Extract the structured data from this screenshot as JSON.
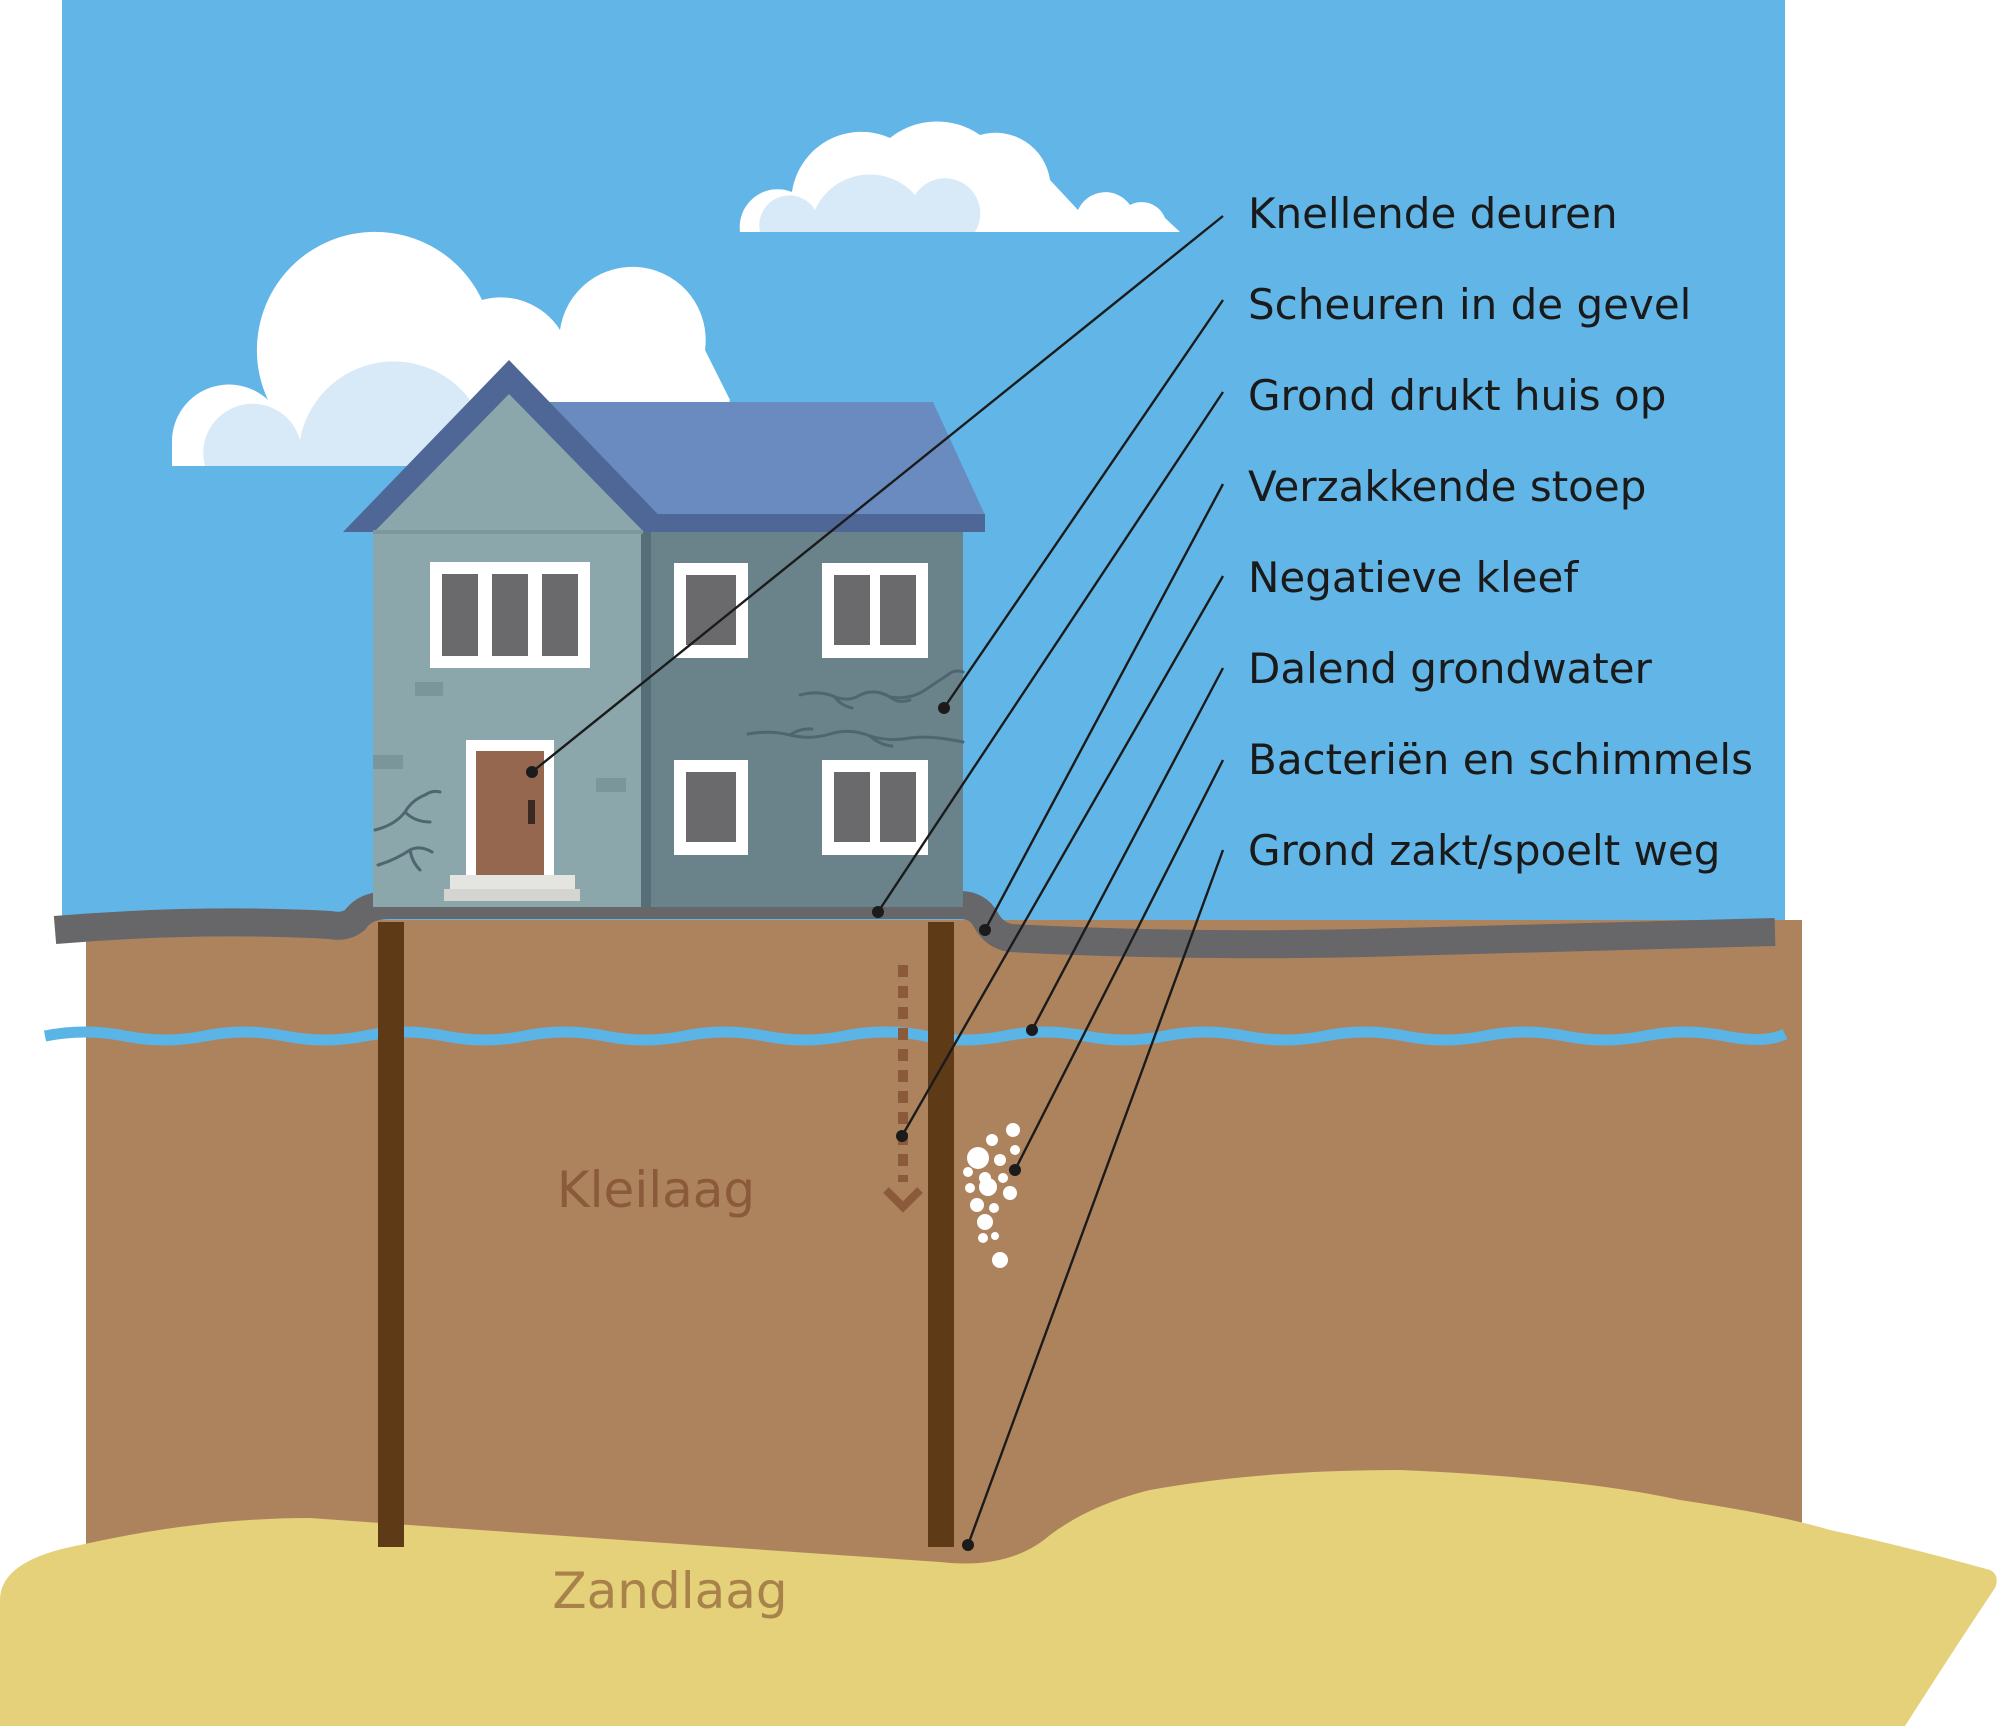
{
  "colors": {
    "sky": "#62b6e7",
    "clay": "#ad835e",
    "sand": "#e4d17a",
    "groundwater": "#5ab4e5",
    "pile": "#5e3a17",
    "road": "#67676a",
    "roof": "#6a8bbf",
    "wall_left": "#8ba7ab",
    "wall_right": "#6a838b",
    "door": "#94674e",
    "clay_text": "#8a5a3a",
    "sand_text": "#a8824a",
    "cloud": "#ffffff",
    "cloud_shadow": "#d8eaf7"
  },
  "callouts": [
    {
      "id": "knellende-deuren",
      "label": "Knellende deuren"
    },
    {
      "id": "scheuren-gevel",
      "label": "Scheuren in de gevel"
    },
    {
      "id": "grond-drukt-huis-op",
      "label": "Grond drukt huis op"
    },
    {
      "id": "verzakkende-stoep",
      "label": "Verzakkende stoep"
    },
    {
      "id": "negatieve-kleef",
      "label": "Negatieve kleef"
    },
    {
      "id": "dalend-grondwater",
      "label": "Dalend grondwater"
    },
    {
      "id": "bacterien-schimmels",
      "label": "Bacteriën en schimmels"
    },
    {
      "id": "grond-zakt-weg",
      "label": "Grond zakt/spoelt weg"
    }
  ],
  "layers": {
    "clay": "Kleilaag",
    "sand": "Zandlaag"
  },
  "icons": [
    "cloud-icon",
    "house-icon",
    "door-icon",
    "window-icon",
    "crack-icon",
    "pile-icon",
    "bubble-icon",
    "down-arrow-icon"
  ]
}
